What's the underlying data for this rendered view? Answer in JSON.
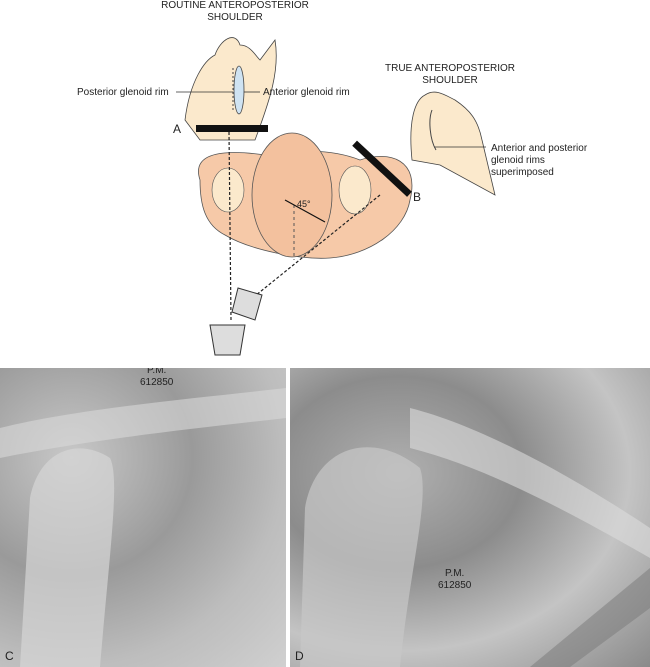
{
  "routine": {
    "title_line1": "ROUTINE ANTEROPOSTERIOR",
    "title_line2": "SHOULDER",
    "posterior_label": "Posterior glenoid rim",
    "anterior_label": "Anterior glenoid rim"
  },
  "true_ap": {
    "title_line1": "TRUE ANTEROPOSTERIOR",
    "title_line2": "SHOULDER",
    "label_line1": "Anterior and posterior",
    "label_line2": "glenoid rims",
    "label_line3": "superimposed"
  },
  "diagram": {
    "label_a": "A",
    "label_b": "B",
    "angle": "45°"
  },
  "panels": [
    {
      "label": "C",
      "pm": "P.M.",
      "id": "612850"
    },
    {
      "label": "D",
      "pm": "P.M.",
      "id": "612850"
    }
  ],
  "colors": {
    "bone": "#fbe9cc",
    "skin": "#f6c9a8",
    "glenoid": "#cfe3f2"
  }
}
